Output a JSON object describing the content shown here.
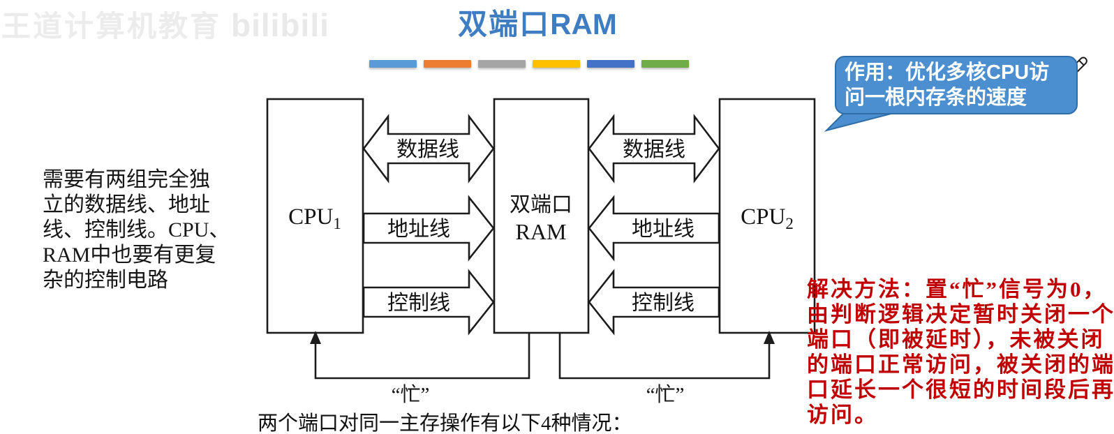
{
  "watermark": {
    "brand": "王道计算机教育",
    "logo": "bilibili"
  },
  "title": {
    "zh": "双端口",
    "en": "RAM",
    "color": "#3F7DC2"
  },
  "divider_bars": [
    "#5B9BD5",
    "#ED7D31",
    "#A5A5A5",
    "#FFC000",
    "#4472C4",
    "#70AD47"
  ],
  "callout": {
    "line1": "作用：优化多核CPU访",
    "line2": "问一根内存条的速度",
    "fill": "#4C8FD1",
    "border": "#2E6DA8"
  },
  "left_note": {
    "lines": [
      "需要有两组完全独",
      "立的数据线、地址",
      "线、控制线。CPU、",
      "RAM中也要有更复",
      "杂的控制电路"
    ]
  },
  "diagram": {
    "cpu1": {
      "name": "CPU",
      "sub": "1"
    },
    "cpu2": {
      "name": "CPU",
      "sub": "2"
    },
    "ram": {
      "line1": "双端口",
      "line2": "RAM"
    },
    "buses": {
      "data": "数据线",
      "address": "地址线",
      "control": "控制线"
    },
    "busy": "“忙”"
  },
  "solution_note": {
    "color": "#C00000",
    "lines": [
      "解决方法：置“忙”信号为0，",
      "由判断逻辑决定暂时关闭一个",
      "端口（即被延时），未被关闭",
      "的端口正常访问，被关闭的端",
      "口延长一个很短的时间段后再",
      "访问。"
    ]
  },
  "bottom_text": "两个端口对同一主存操作有以下4种情况："
}
